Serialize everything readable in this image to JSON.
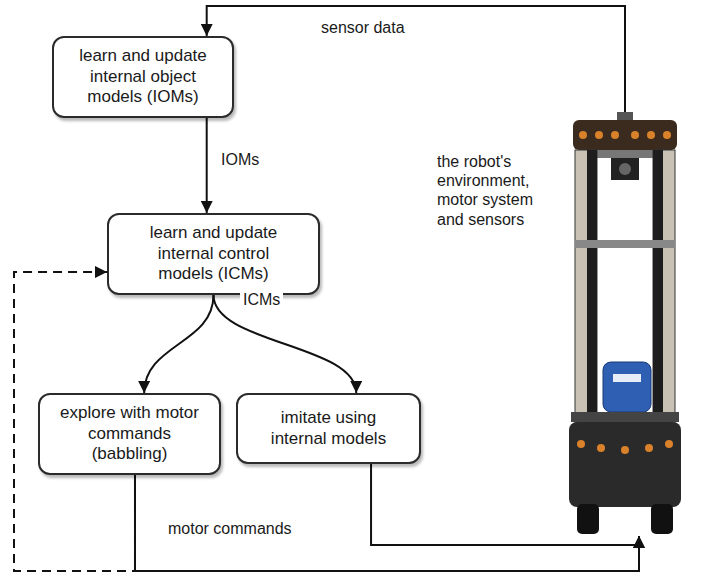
{
  "diagram": {
    "nodes": [
      {
        "text": [
          "learn and update internal object models (IOMs)"
        ]
      },
      {
        "text": [
          "learn and update internal control models (ICMs)"
        ]
      },
      {
        "text": [
          "explore with motor commands (babbling)"
        ]
      },
      {
        "text": [
          "imitate using internal models"
        ]
      },
      {
        "text": [
          "the robot's environment, motor system and sensors"
        ]
      }
    ],
    "edges": [
      {
        "from": 4,
        "to": 0,
        "label": "sensor data",
        "arrow": "to"
      },
      {
        "from": 0,
        "to": 1,
        "label": "IOMs",
        "arrow": "to"
      },
      {
        "from": 1,
        "to": 2,
        "arrow": "to"
      },
      {
        "from": 1,
        "to": 3,
        "label": "ICMs",
        "arrow": "to"
      },
      {
        "from": 2,
        "to": 4,
        "label": "motor commands",
        "arrow": "to"
      },
      {
        "from": 3,
        "to": 4,
        "arrow": "to"
      },
      {
        "from": 2,
        "to": 1,
        "arrow": "to"
      }
    ]
  }
}
